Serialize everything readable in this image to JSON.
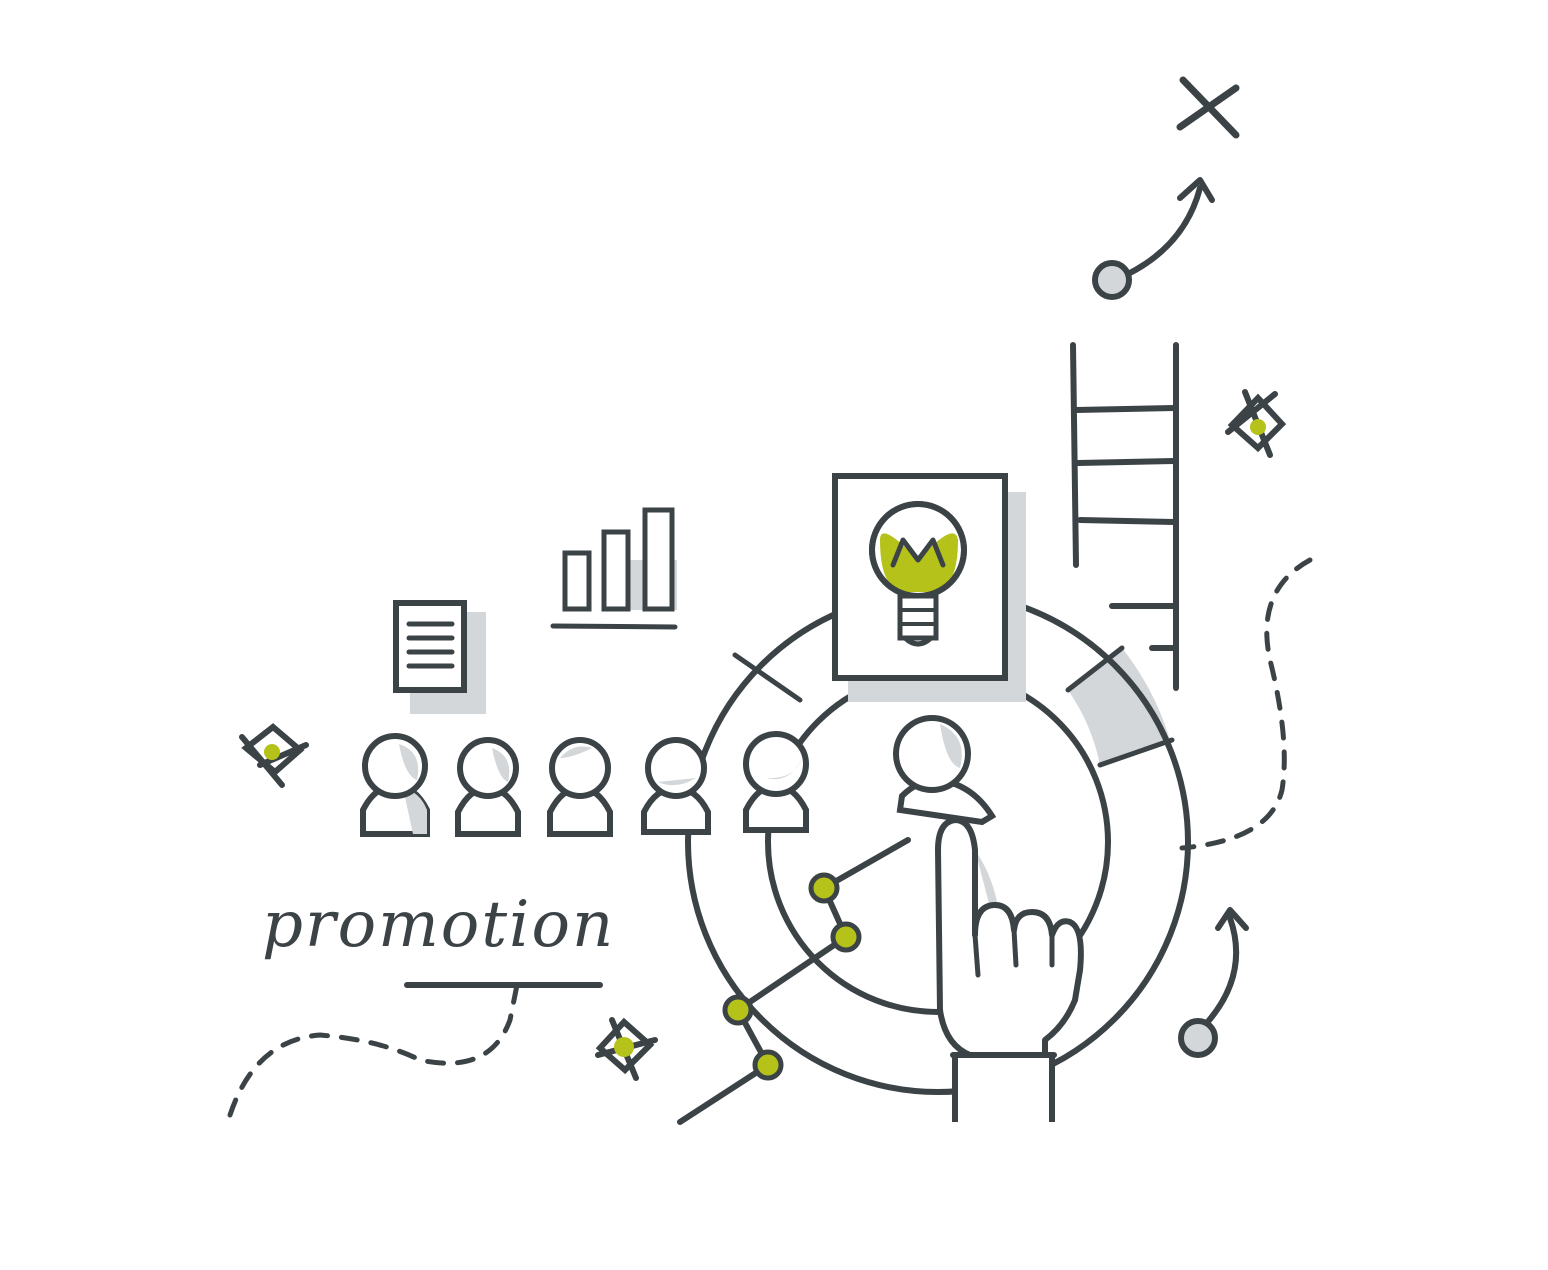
{
  "label": "promotion",
  "colors": {
    "ink": "#3c4347",
    "accent": "#b5c21a",
    "shadow": "#d3d7da",
    "background": "#ffffff"
  },
  "illustration": {
    "people_count": 6,
    "bar_chart_bars": 3,
    "ladder_rungs": 5
  }
}
